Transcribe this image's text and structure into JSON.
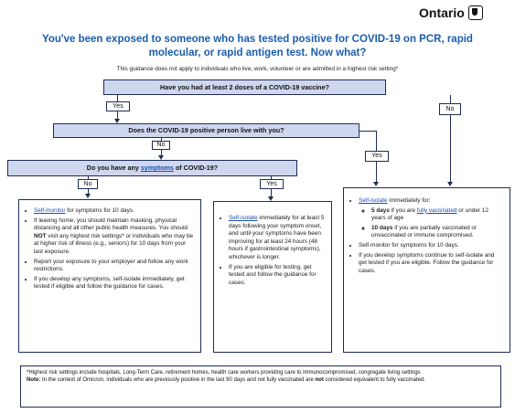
{
  "brand": {
    "name": "Ontario"
  },
  "header": {
    "title": "You've been exposed to someone who has tested positive for COVID-19 on PCR, rapid molecular, or rapid antigen test. Now what?",
    "subtitle": "This guidance does not apply to individuals who live, work, volunteer or are admitted in a highest risk setting*"
  },
  "questions": {
    "q1": "Have you had at least 2 doses of a COVID-19 vaccine?",
    "q2": "Does the COVID-19 positive person live with you?",
    "q3_pre": "Do you have any ",
    "q3_link": "symptoms",
    "q3_post": " of COVID-19?"
  },
  "answers": {
    "yes": "Yes",
    "no": "No"
  },
  "box_left": {
    "i1_link": "Self-monitor",
    "i1_rest": " for symptoms for 10 days.",
    "i2_pre": "If leaving home, you should maintain masking, physical distancing and all other public health measures. You should ",
    "i2_bold": "NOT",
    "i2_post": " visit any highest risk settings* or individuals who may be at higher risk of illness (e.g., seniors) for 10 days from your last exposure.",
    "i3": "Report your exposure to your employer and follow any work restrictions.",
    "i4": "If you develop any symptoms, self-isolate immediately, get tested if eligible and follow the guidance for cases."
  },
  "box_mid": {
    "i1_link": "Self-isolate",
    "i1_rest": " immediately for at least 5 days following your symptom onset, and until your symptoms have been improving for at least 24 hours (48 hours if gastrointestinal symptoms), whichever is longer.",
    "i2": "If you are eligible for testing, get tested and follow the guidance for cases."
  },
  "box_right": {
    "i1_link": "Self-isolate",
    "i1_rest": " immediately for:",
    "s1_bold": "5 days",
    "s1_mid": " if you are ",
    "s1_link": "fully vaccinated",
    "s1_post": " or under 12 years of age",
    "s2_bold": "10 days",
    "s2_rest": " if you are partially vaccinated or unvaccinated or immune compromised.",
    "i2": "Self-monitor for symptoms for 10 days.",
    "i3": "If you develop symptoms continue to self-isolate and get tested if you are eligible. Follow the guidance for cases."
  },
  "footnote": {
    "line1": "*Highest risk settings include hospitals, Long-Term Care, retirement homes, health care workers providing care to immunocompromised, congregate living settings",
    "note_label": "Note:",
    "note_pre": " In the context of Omicron, individuals who are previously positive in the last 90 days and not fully vaccinated are ",
    "note_bold": "not",
    "note_post": " considered equivalent to fully vaccinated."
  }
}
